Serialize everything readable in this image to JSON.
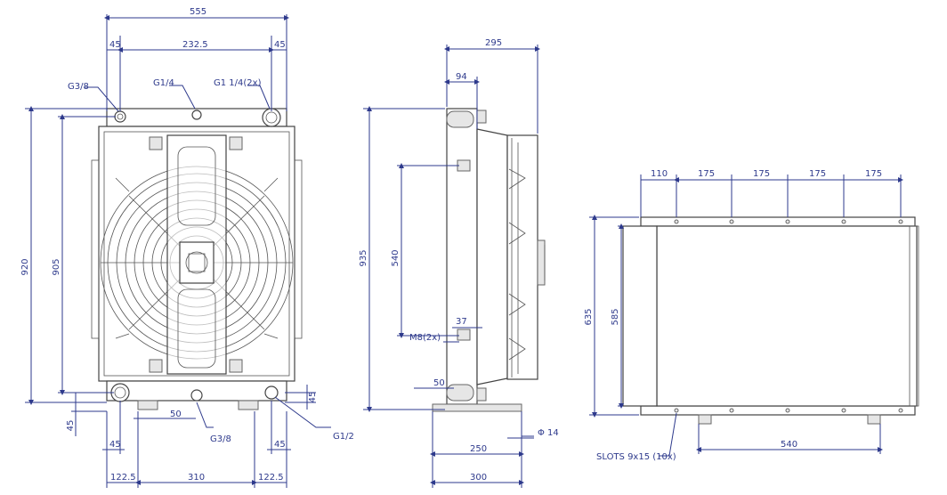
{
  "front": {
    "w555": "555",
    "w45l": "45",
    "w2325": "232.5",
    "w45r": "45",
    "g38top": "G3/8",
    "g14": "G1/4",
    "g114": "G1 1/4(2x)",
    "h920": "920",
    "h905": "905",
    "b45l": "45",
    "b50": "50",
    "b45r": "45",
    "side45": "45",
    "side45r": "45",
    "g38bot": "G3/8",
    "g12": "G1/2",
    "b1225l": "122.5",
    "b310": "310",
    "b1225r": "122.5"
  },
  "side": {
    "w295": "295",
    "w94": "94",
    "h935": "935",
    "h540": "540",
    "m8": "M8(2x)",
    "w37": "37",
    "w50": "50",
    "w250": "250",
    "w300": "300",
    "phi": "Φ 14"
  },
  "back": {
    "t110": "110",
    "t175a": "175",
    "t175b": "175",
    "t175c": "175",
    "t175d": "175",
    "h635": "635",
    "h585": "585",
    "slots": "SLOTS 9x15 (10x)",
    "w540": "540"
  }
}
